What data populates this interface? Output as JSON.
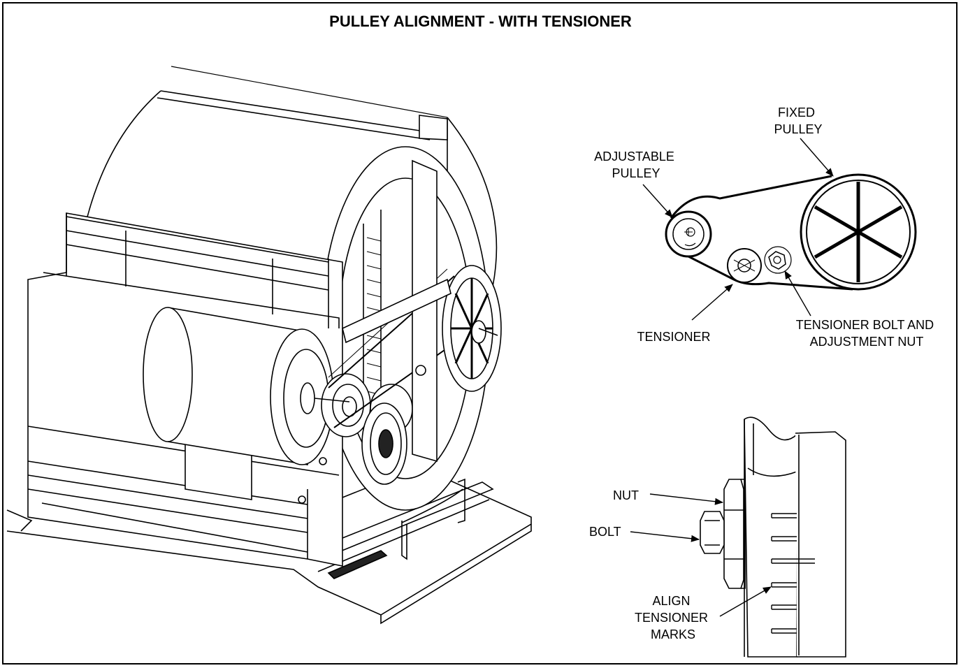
{
  "title": "PULLEY ALIGNMENT - WITH TENSIONER",
  "labels": {
    "fixed_pulley": [
      "FIXED",
      "PULLEY"
    ],
    "adjustable_pulley": [
      "ADJUSTABLE",
      "PULLEY"
    ],
    "tensioner": "TENSIONER",
    "tensioner_bolt": [
      "TENSIONER BOLT AND",
      "ADJUSTMENT NUT"
    ],
    "nut": "NUT",
    "bolt": "BOLT",
    "align_marks": [
      "ALIGN",
      "TENSIONER",
      "MARKS"
    ]
  }
}
